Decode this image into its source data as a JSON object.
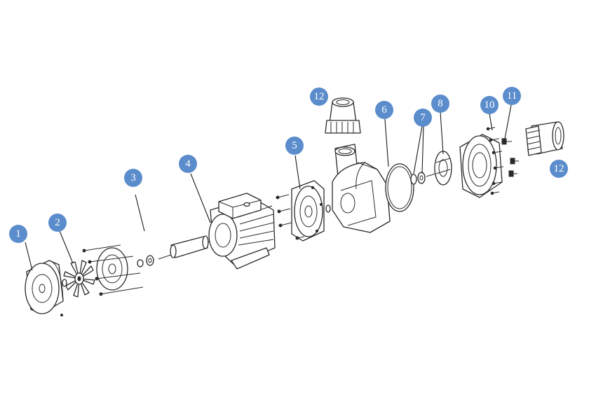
{
  "callout_color": "#5b8ccc",
  "callouts": [
    {
      "label": "1"
    },
    {
      "label": "2"
    },
    {
      "label": "3"
    },
    {
      "label": "4"
    },
    {
      "label": "5"
    },
    {
      "label": "6"
    },
    {
      "label": "7"
    },
    {
      "label": "8"
    },
    {
      "label": "10"
    },
    {
      "label": "11"
    },
    {
      "label": "12"
    },
    {
      "label": "12"
    }
  ]
}
